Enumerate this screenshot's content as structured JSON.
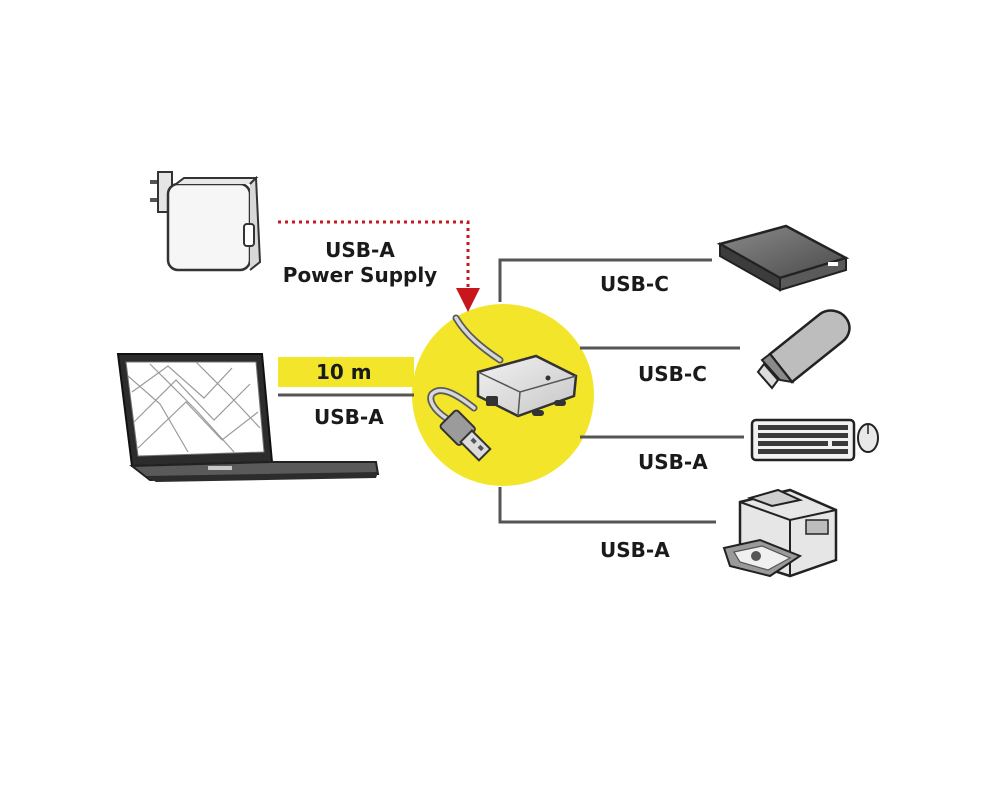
{
  "labels": {
    "power_supply_type": "USB-A",
    "power_supply_name": "Power Supply",
    "cable_length": "10 m",
    "laptop_connection": "USB-A",
    "port1": "USB-C",
    "port2": "USB-C",
    "port3": "USB-A",
    "port4": "USB-A"
  },
  "colors": {
    "accent_yellow": "#f3e52a",
    "power_line_red": "#c8161d",
    "line_gray": "#555555"
  },
  "icons": [
    "power-adapter-icon",
    "laptop-icon",
    "usb-hub-icon",
    "external-ssd-icon",
    "usb-stick-icon",
    "keyboard-mouse-icon",
    "printer-icon"
  ]
}
